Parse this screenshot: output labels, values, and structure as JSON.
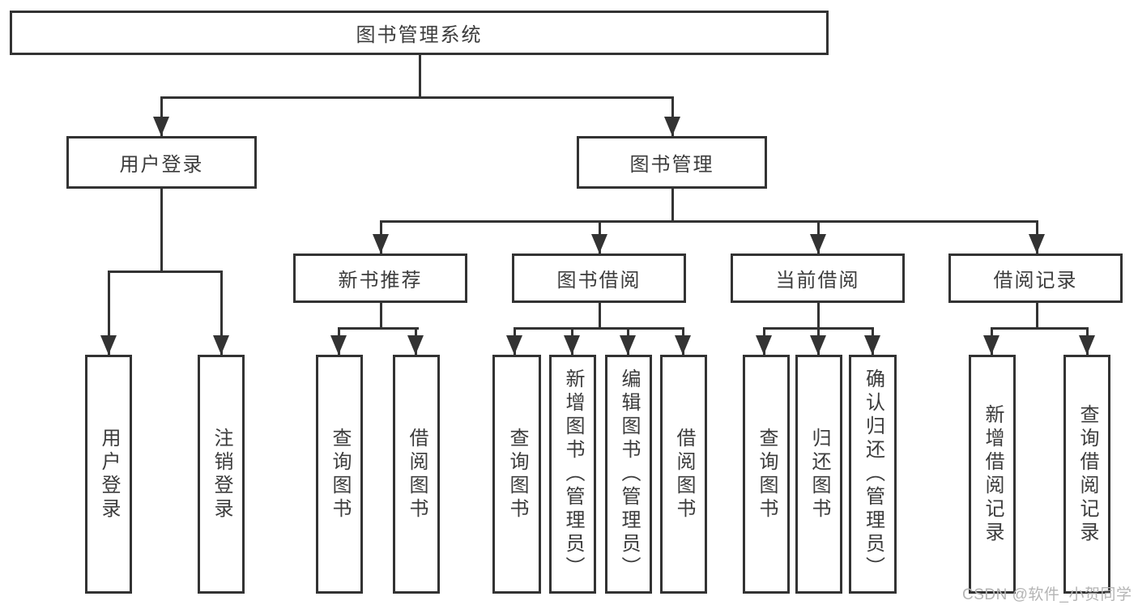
{
  "diagram_title": "图书管理系统",
  "nodes": {
    "root": "图书管理系统",
    "user_login": "用户登录",
    "book_mgmt": "图书管理",
    "new_books": "新书推荐",
    "borrow": "图书借阅",
    "current": "当前借阅",
    "records": "借阅记录",
    "leaf_user_login": "用户登录",
    "leaf_logout": "注销登录",
    "leaf_nb_query": "查询图书",
    "leaf_nb_borrow": "借阅图书",
    "leaf_bw_query": "查询图书",
    "leaf_bw_add": "新增图书（管理员）",
    "leaf_bw_edit": "编辑图书（管理员）",
    "leaf_bw_borrow": "借阅图书",
    "leaf_cur_query": "查询图书",
    "leaf_cur_return": "归还图书",
    "leaf_cur_confirm": "确认归还（管理员）",
    "leaf_rec_add": "新增借阅记录",
    "leaf_rec_query": "查询借阅记录"
  },
  "watermark": {
    "text": "CSDN @软件_小贺同学",
    "color": "#b4b4b4"
  },
  "colors": {
    "line": "#333333",
    "text": "#3c3c3c",
    "background": "#ffffff"
  }
}
